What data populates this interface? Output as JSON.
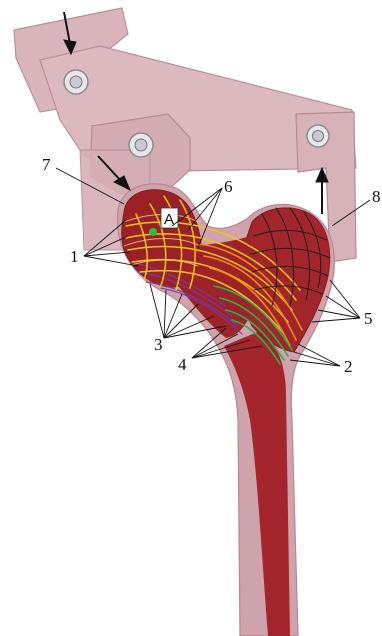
{
  "labels": {
    "l1": "1",
    "l2": "2",
    "l3": "3",
    "l4": "4",
    "l5": "5",
    "l6": "6",
    "l7": "7",
    "l8": "8",
    "point_a": "A"
  },
  "colors": {
    "plate": "#d8b3b9",
    "plate_edge": "#b98e95",
    "bone_outer": "#cfa4ad",
    "bone_red": "#a8242a",
    "trabecular_red": "#8c1c22",
    "lines_yellow": "#f1c21e",
    "lines_orange": "#f08a16",
    "lines_green": "#2fb04c",
    "lines_black": "#1a1a1a",
    "lines_purple": "#7a3aa0",
    "point_a": "#2fbf3a",
    "arrow": "#111111"
  },
  "icons": [
    "bolt-icon",
    "bolt-icon",
    "bolt-icon",
    "arrow-down-icon",
    "arrow-up-icon"
  ]
}
